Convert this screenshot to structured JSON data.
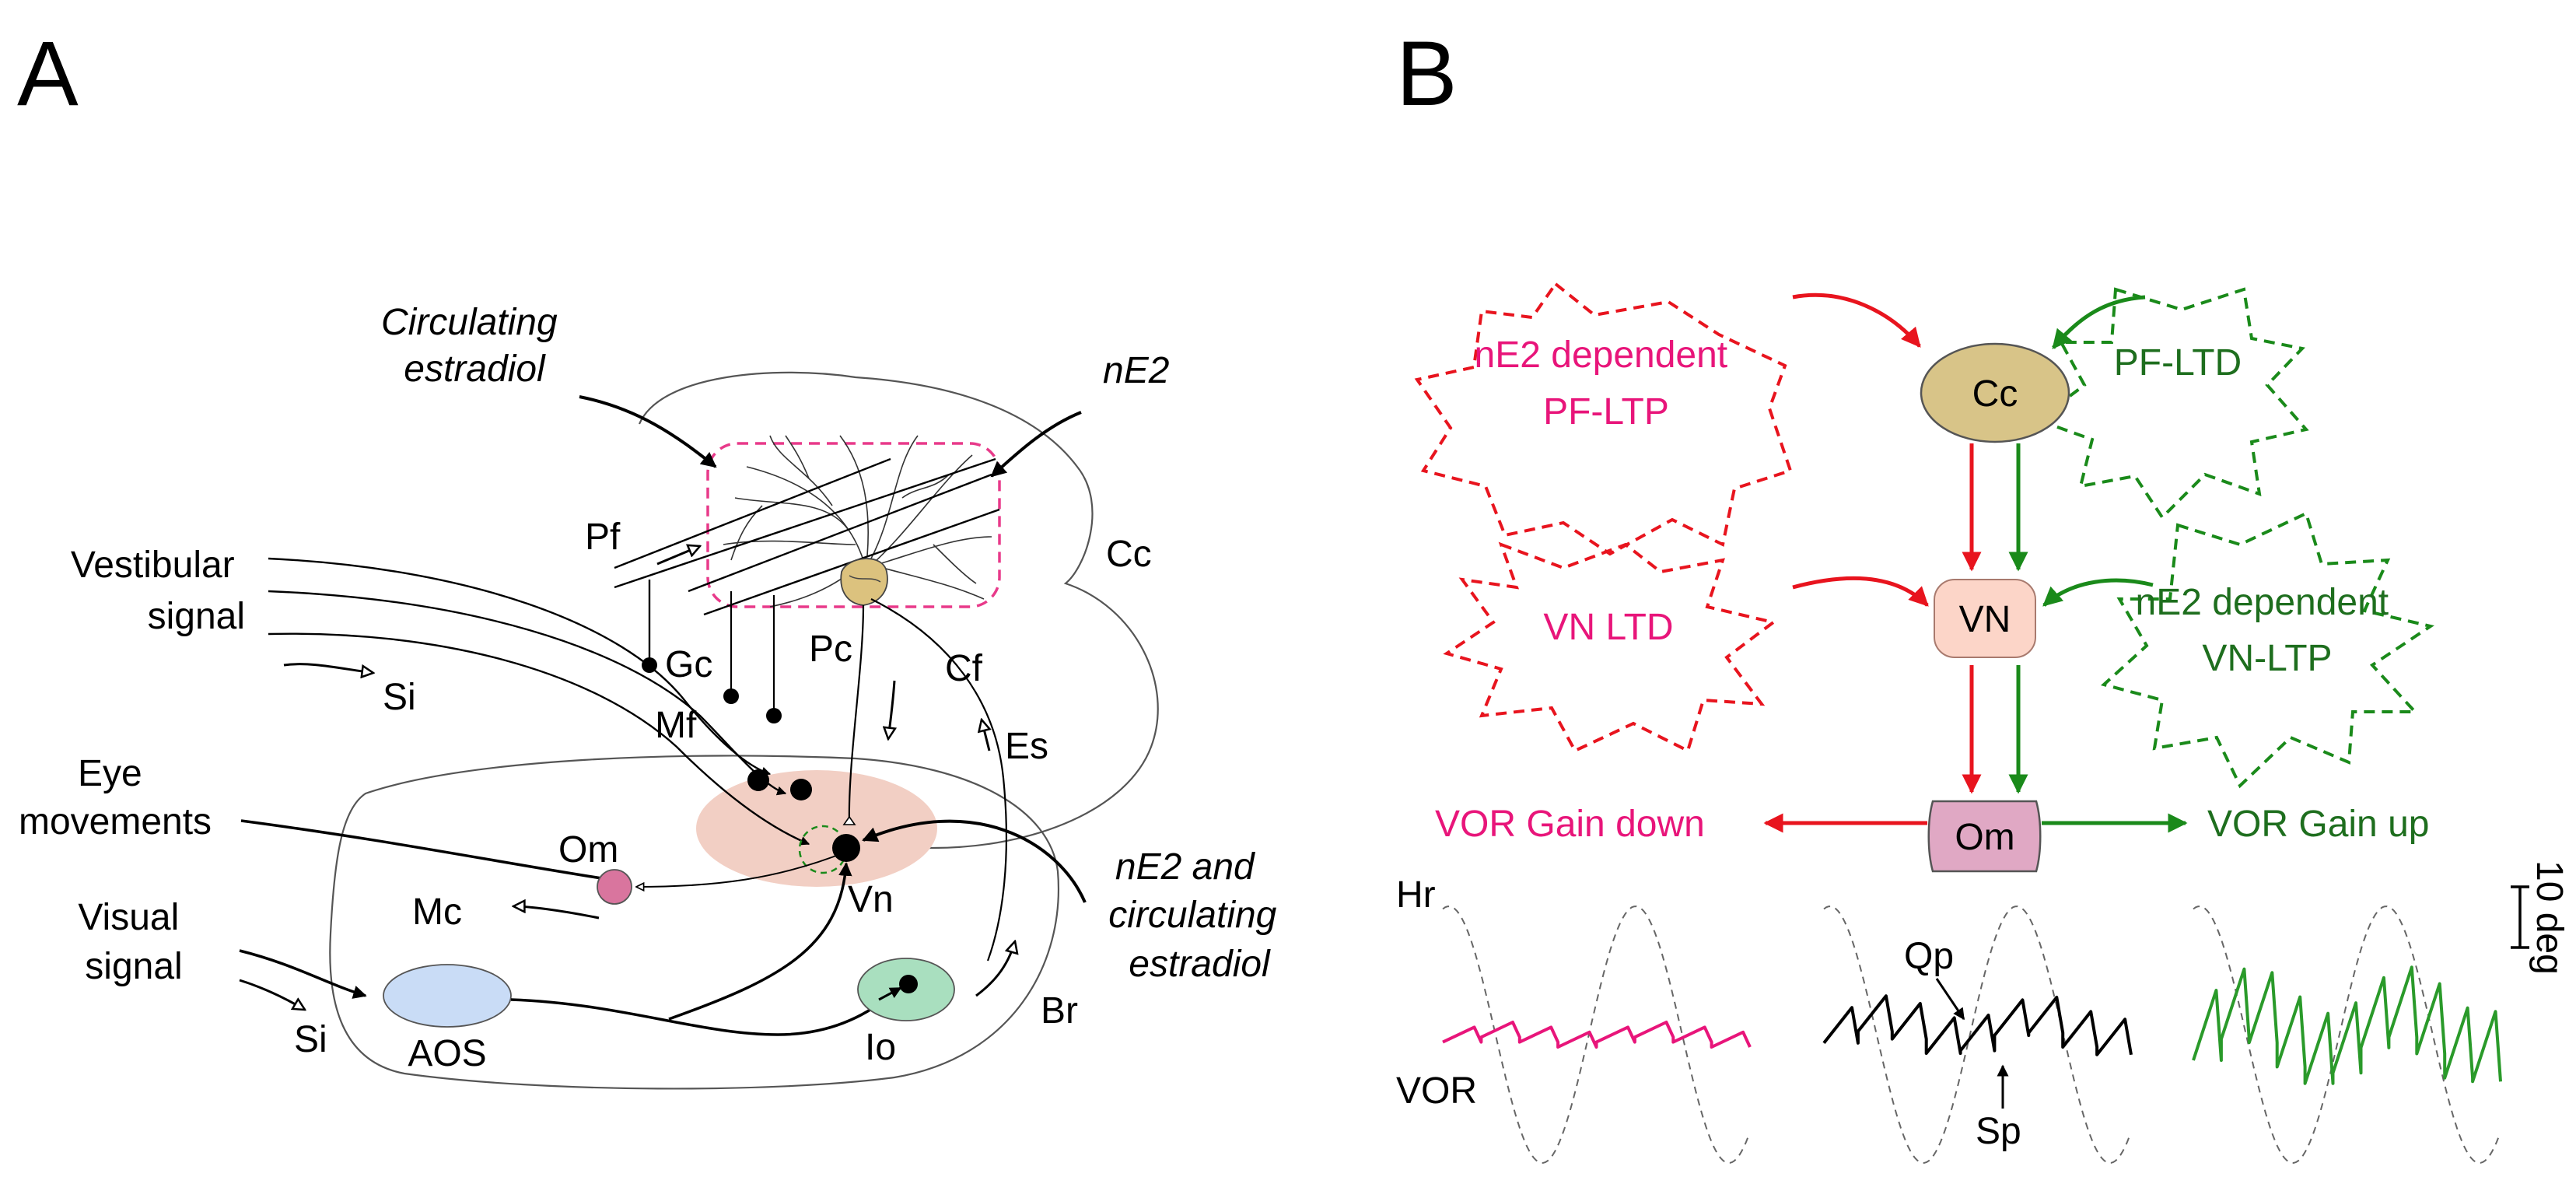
{
  "colors": {
    "ltp_red": "#e8141e",
    "ltp_text": "#e8157a",
    "ltd_green": "#1a8a1a",
    "ltd_text": "#1e6e1e",
    "cc_fill": "#d8c488",
    "vn_fill": "#fcd5c8",
    "om_fill": "#e0a8c4",
    "vn_region": "#f2cfc4",
    "aos_fill": "#c9dcf6",
    "io_fill": "#a9dfbf",
    "om_a_fill": "#d9759e",
    "pc_fill": "#dcc27e",
    "estradiol_box": "#e83a8a",
    "vor_pink": "#e8157a",
    "vor_black": "#000000",
    "vor_green": "#2a9a2a"
  },
  "panel_a": {
    "label": "A",
    "circulating_estradiol": [
      "Circulating",
      "estradiol"
    ],
    "ne2": "nE2",
    "vestibular_signal": [
      "Vestibular",
      "signal"
    ],
    "eye_movements": [
      "Eye",
      "movements"
    ],
    "visual_signal": [
      "Visual",
      "signal"
    ],
    "ne2_and_circulating": [
      "nE2 and",
      "circulating",
      "estradiol"
    ],
    "pf": "Pf",
    "gc": "Gc",
    "mf": "Mf",
    "pc": "Pc",
    "cf": "Cf",
    "cc": "Cc",
    "si": "Si",
    "es": "Es",
    "om": "Om",
    "vn": "Vn",
    "mc": "Mc",
    "aos": "AOS",
    "io": "Io",
    "br": "Br"
  },
  "panel_b": {
    "label": "B",
    "ne2_pf_ltp": [
      "nE2 dependent",
      "PF-LTP"
    ],
    "pf_ltd": "PF-LTD",
    "vn_ltd": "VN LTD",
    "ne2_vn_ltp": [
      "nE2 dependent",
      "VN-LTP"
    ],
    "cc": "Cc",
    "vn": "VN",
    "om": "Om",
    "vor_gain_down": "VOR Gain down",
    "vor_gain_up": "VOR Gain up",
    "hr": "Hr",
    "vor": "VOR",
    "qp": "Qp",
    "sp": "Sp",
    "scale": "10 deg"
  }
}
